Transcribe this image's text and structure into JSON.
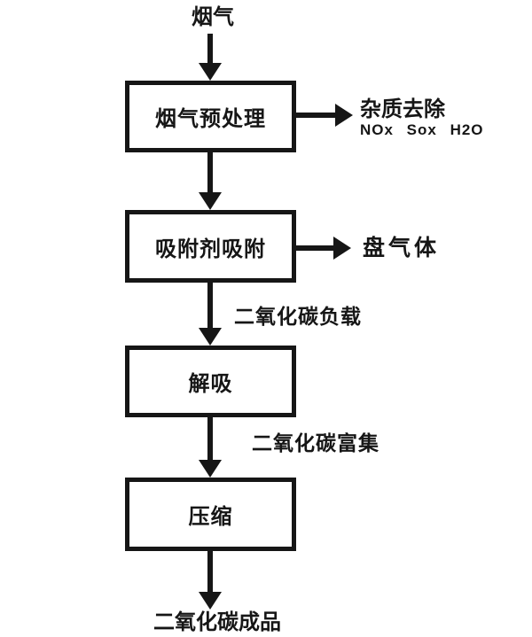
{
  "diagram": {
    "background_color": "#ffffff",
    "line_color": "#161616",
    "nodes": {
      "source_label": "烟气",
      "box1": "烟气预处理",
      "box2": "吸附剂吸附",
      "box3": "解吸",
      "box4": "压缩",
      "output_label": "二氧化碳成品"
    },
    "side_outputs": {
      "impurity_line1": "杂质去除",
      "impurity_line2": "NOx Sox H2O",
      "lean_gas": "盘气体"
    },
    "edge_labels": {
      "co2_loaded": "二氧化碳负载",
      "co2_enriched": "二氧化碳富集"
    }
  }
}
